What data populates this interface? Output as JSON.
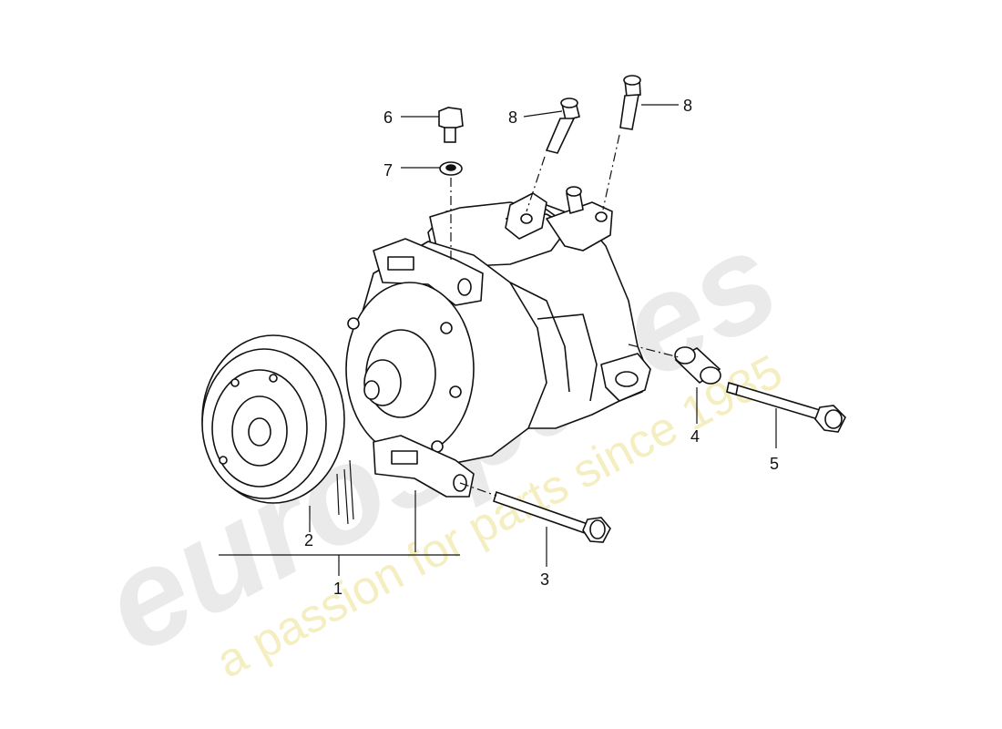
{
  "callouts": [
    {
      "id": "1",
      "label": "1"
    },
    {
      "id": "2",
      "label": "2"
    },
    {
      "id": "3",
      "label": "3"
    },
    {
      "id": "4",
      "label": "4"
    },
    {
      "id": "5",
      "label": "5"
    },
    {
      "id": "6",
      "label": "6"
    },
    {
      "id": "7",
      "label": "7"
    },
    {
      "id": "8a",
      "label": "8"
    },
    {
      "id": "8b",
      "label": "8"
    }
  ],
  "watermark": {
    "brand": "eurospares",
    "tagline": "a passion for parts since 1985",
    "brand_color": "#e6e6e6",
    "tagline_color": "#f1eab0"
  }
}
